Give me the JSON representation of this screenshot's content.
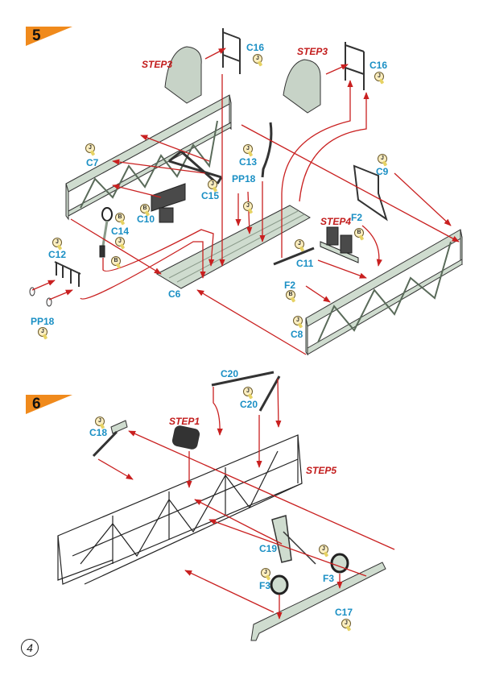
{
  "page": {
    "page_number": "4"
  },
  "colors": {
    "step_banner": "#f08a1c",
    "part_label": "#1a8fc4",
    "step_ref": "#c21b1b",
    "arrow": "#c92020",
    "part_fill": "#cfdccf",
    "part_dark": "#4a4a4a"
  },
  "step5": {
    "number": "5",
    "step_refs": [
      "STEP3",
      "STEP3",
      "STEP4"
    ],
    "parts": [
      {
        "label": "C16",
        "badge": "J"
      },
      {
        "label": "C16",
        "badge": "J"
      },
      {
        "label": "C7",
        "badge": "J"
      },
      {
        "label": "C13",
        "badge": "J"
      },
      {
        "label": "C9",
        "badge": "J"
      },
      {
        "label": "PP18",
        "badge": "J"
      },
      {
        "label": "C15",
        "badge": "J"
      },
      {
        "label": "C10",
        "badge": "B"
      },
      {
        "label": "C14",
        "badges": [
          "B",
          "J",
          "B"
        ]
      },
      {
        "label": "C12",
        "badge": "J"
      },
      {
        "label": "F2",
        "badge": "B"
      },
      {
        "label": "C11",
        "badge": "J"
      },
      {
        "label": "F2",
        "badge": "B"
      },
      {
        "label": "C6"
      },
      {
        "label": "C8",
        "badge": "J"
      },
      {
        "label": "PP18",
        "badge": "J"
      }
    ]
  },
  "step6": {
    "number": "6",
    "step_refs": [
      "STEP1",
      "STEP5"
    ],
    "parts": [
      {
        "label": "C20"
      },
      {
        "label": "C20",
        "badge": "J"
      },
      {
        "label": "C18",
        "badge": "J"
      },
      {
        "label": "C19",
        "badge": "J"
      },
      {
        "label": "F3",
        "badge": "J"
      },
      {
        "label": "F3"
      },
      {
        "label": "C17",
        "badge": "J"
      }
    ]
  }
}
